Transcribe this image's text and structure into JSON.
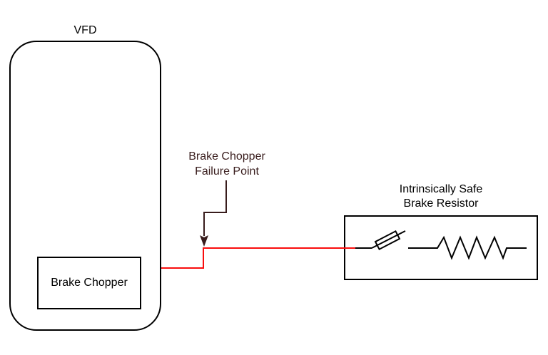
{
  "diagram": {
    "vfd": {
      "label": "VFD",
      "brake_chopper": {
        "label": "Brake Chopper"
      }
    },
    "failure_point": {
      "label": "Brake Chopper\nFailure Point"
    },
    "brake_resistor": {
      "label": "Intrinsically Safe\nBrake Resistor"
    },
    "icons": {
      "fuse": "fuse-symbol",
      "resistor": "resistor-zigzag-symbol",
      "arrow": "down-arrowhead"
    },
    "colors": {
      "wire": "#f90d0d",
      "annotation": "#381c1c",
      "stroke": "#000000",
      "background": "#ffffff"
    }
  }
}
